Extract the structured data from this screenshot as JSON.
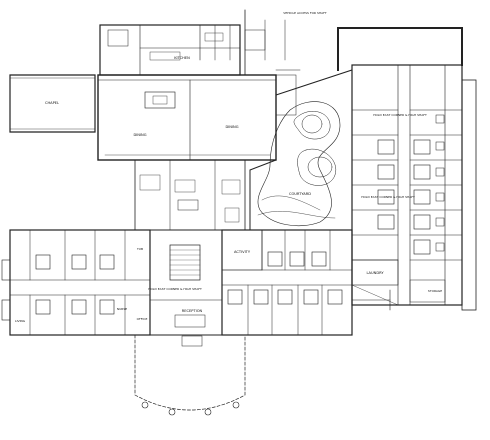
{
  "plan": {
    "labels": {
      "vehicle_access": "VEHICLE ACCESS FOR SHAFT",
      "kitchen": "KITCHEN",
      "chapel": "CHAPEL",
      "dining_left": "DINING",
      "dining_right": "DINING",
      "hold_east": "HOLD EAST CORNER & HIGH SHAFT",
      "hold_west": "HOLD EAST CORNER & HIGH SHAFT",
      "activity": "ACTIVITY",
      "courtyard": "COURTYARD",
      "laundry": "LAUNDRY",
      "reception": "RECEPTION",
      "nurse": "NURSE",
      "storage": "STORAGE",
      "office": "OFFICE",
      "living": "LIVING",
      "tub": "TUB",
      "hold_left": "HOLD EAST CORNER & HIGH SHAFT"
    }
  }
}
